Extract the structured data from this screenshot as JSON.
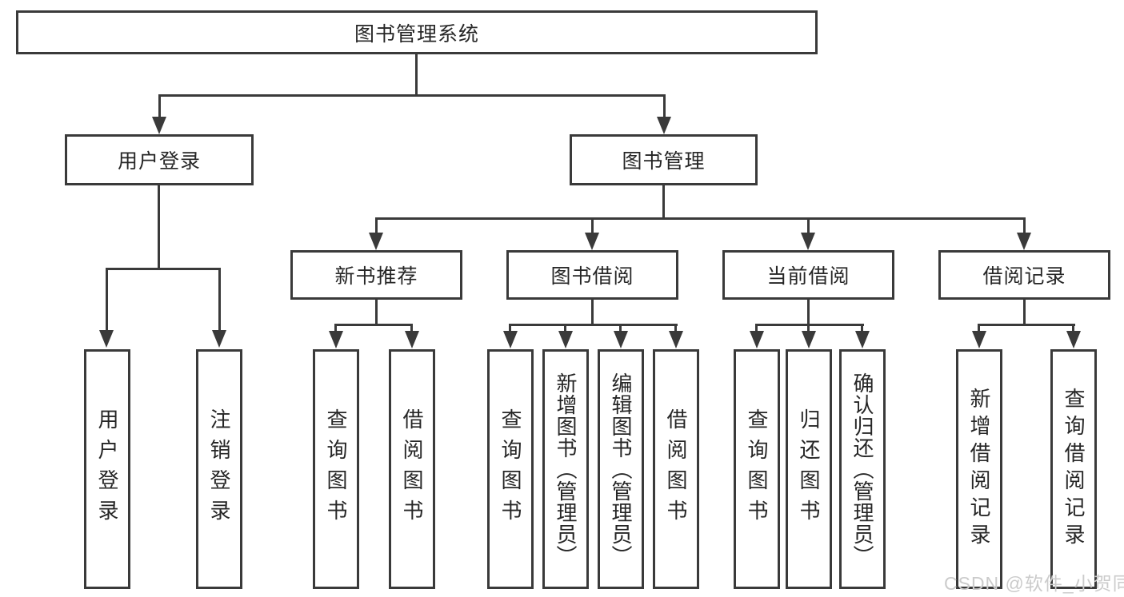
{
  "colors": {
    "line": "#3a3a3a",
    "text": "#262626",
    "box_background": "#ffffff",
    "watermark": "#cbcbcb"
  },
  "tree": {
    "root": {
      "label": "图书管理系统"
    },
    "branches": [
      {
        "label": "用户登录",
        "children": [
          {
            "label": "用户登录"
          },
          {
            "label": "注销登录"
          }
        ]
      },
      {
        "label": "图书管理",
        "children": [
          {
            "label": "新书推荐",
            "children": [
              {
                "label": "查询图书"
              },
              {
                "label": "借阅图书"
              }
            ]
          },
          {
            "label": "图书借阅",
            "children": [
              {
                "label": "查询图书"
              },
              {
                "label": "新增图书（管理员）"
              },
              {
                "label": "编辑图书（管理员）"
              },
              {
                "label": "借阅图书"
              }
            ]
          },
          {
            "label": "当前借阅",
            "children": [
              {
                "label": "查询图书"
              },
              {
                "label": "归还图书"
              },
              {
                "label": "确认归还（管理员）"
              }
            ]
          },
          {
            "label": "借阅记录",
            "children": [
              {
                "label": "新增借阅记录"
              },
              {
                "label": "查询借阅记录"
              }
            ]
          }
        ]
      }
    ]
  },
  "watermark": {
    "text": "CSDN @软件_小贺同学"
  }
}
